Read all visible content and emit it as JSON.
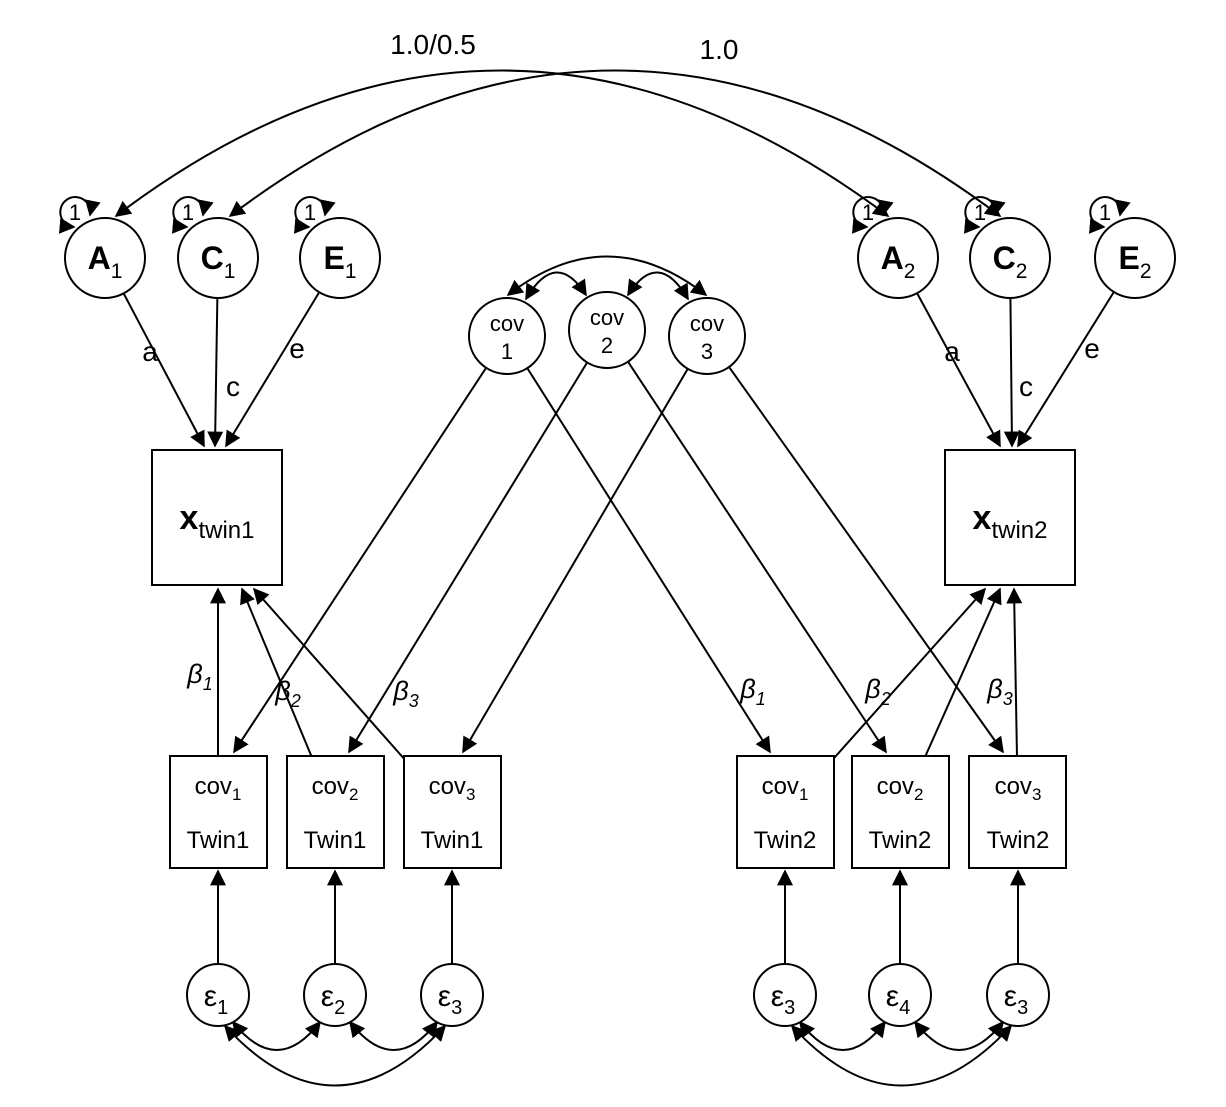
{
  "correlations": {
    "a": "1.0/0.5",
    "c": "1.0"
  },
  "variance_loop_label": "1",
  "latents": {
    "a1": {
      "main": "A",
      "sub": "1"
    },
    "c1": {
      "main": "C",
      "sub": "1"
    },
    "e1": {
      "main": "E",
      "sub": "1"
    },
    "a2": {
      "main": "A",
      "sub": "2"
    },
    "c2": {
      "main": "C",
      "sub": "2"
    },
    "e2": {
      "main": "E",
      "sub": "2"
    }
  },
  "ace_path_labels": {
    "left": {
      "a": "a",
      "c": "c",
      "e": "e"
    },
    "right": {
      "a": "a",
      "c": "c",
      "e": "e"
    }
  },
  "cov_latents": [
    {
      "line1": "cov",
      "line2": "1"
    },
    {
      "line1": "cov",
      "line2": "2"
    },
    {
      "line1": "cov",
      "line2": "3"
    }
  ],
  "phenotypes": {
    "twin1": {
      "main": "x",
      "sub": "twin1"
    },
    "twin2": {
      "main": "x",
      "sub": "twin2"
    }
  },
  "beta_labels": {
    "left": [
      {
        "main": "β",
        "sub": "1"
      },
      {
        "main": "β",
        "sub": "2"
      },
      {
        "main": "β",
        "sub": "3"
      }
    ],
    "right": [
      {
        "main": "β",
        "sub": "1"
      },
      {
        "main": "β",
        "sub": "2"
      },
      {
        "main": "β",
        "sub": "3"
      }
    ]
  },
  "cov_boxes": {
    "left": [
      {
        "main": "cov",
        "sub": "1",
        "twin": "Twin1"
      },
      {
        "main": "cov",
        "sub": "2",
        "twin": "Twin1"
      },
      {
        "main": "cov",
        "sub": "3",
        "twin": "Twin1"
      }
    ],
    "right": [
      {
        "main": "cov",
        "sub": "1",
        "twin": "Twin2"
      },
      {
        "main": "cov",
        "sub": "2",
        "twin": "Twin2"
      },
      {
        "main": "cov",
        "sub": "3",
        "twin": "Twin2"
      }
    ]
  },
  "residuals": {
    "left": [
      {
        "main": "ε",
        "sub": "1"
      },
      {
        "main": "ε",
        "sub": "2"
      },
      {
        "main": "ε",
        "sub": "3"
      }
    ],
    "right": [
      {
        "main": "ε",
        "sub": "3"
      },
      {
        "main": "ε",
        "sub": "4"
      },
      {
        "main": "ε",
        "sub": "3"
      }
    ]
  }
}
